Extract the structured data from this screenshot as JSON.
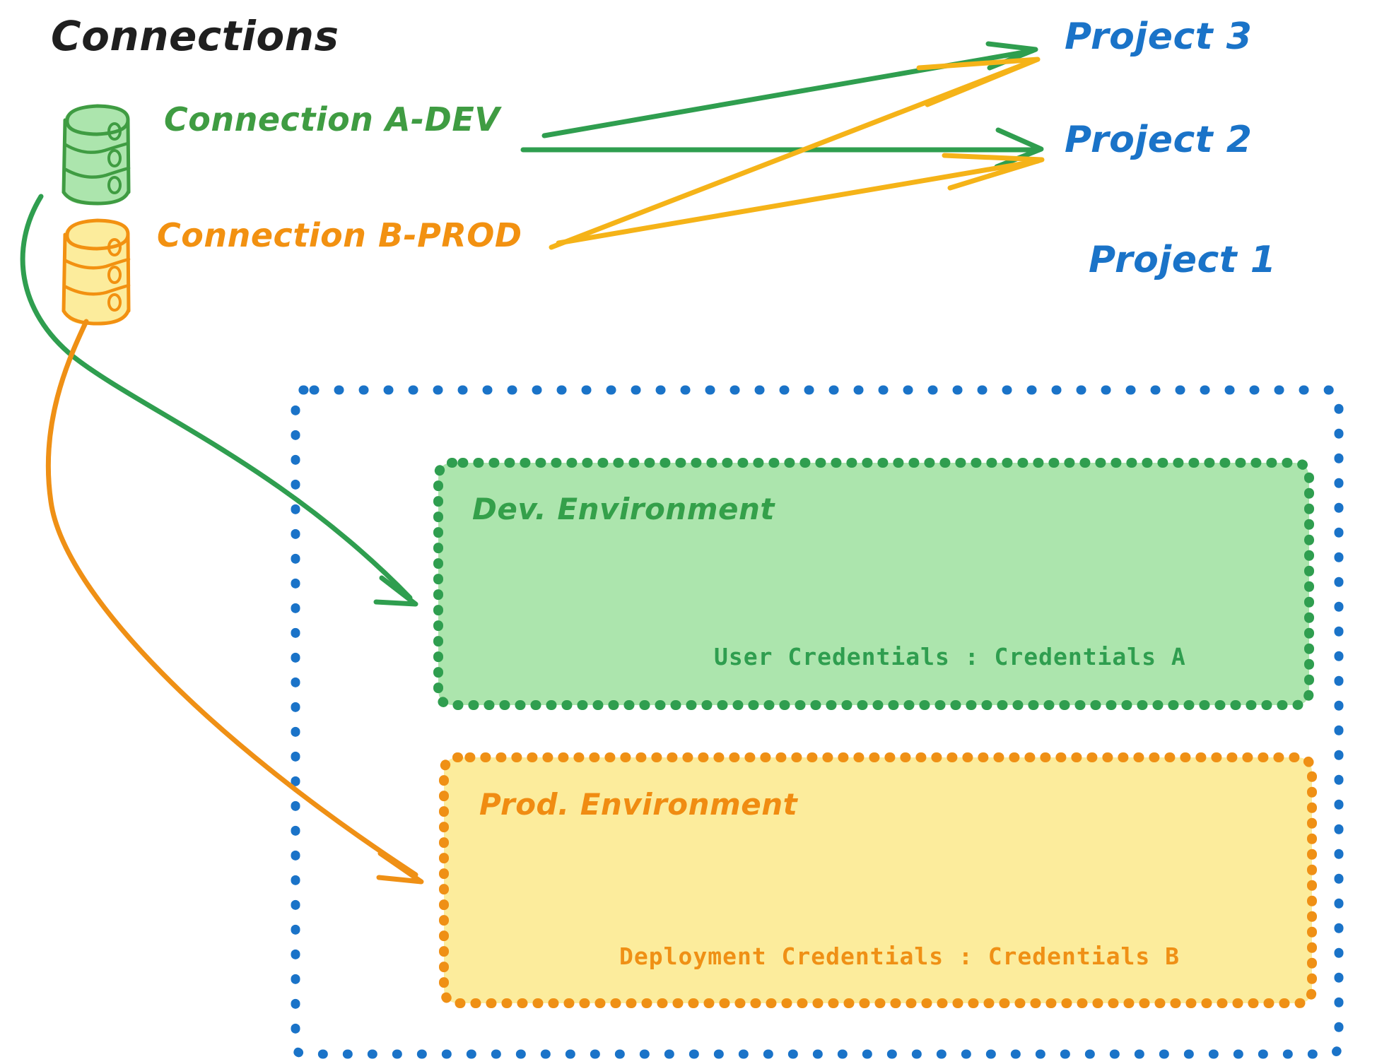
{
  "diagram": {
    "title": "Connections",
    "connections": [
      {
        "id": "a-dev",
        "label": "Connection A-DEV",
        "color": "#3f9c42",
        "icon": "database-icon"
      },
      {
        "id": "b-prod",
        "label": "Connection B-PROD",
        "color": "#f29111",
        "icon": "database-icon"
      }
    ],
    "projects": [
      {
        "id": "project-3",
        "label": "Project 3",
        "color": "#1a73c8"
      },
      {
        "id": "project-2",
        "label": "Project 2",
        "color": "#1a73c8"
      },
      {
        "id": "project-1",
        "label": "Project 1",
        "color": "#1a73c8"
      }
    ],
    "project1_container": {
      "border_color": "#1a73c8",
      "border_style": "dotted",
      "environments": [
        {
          "id": "dev",
          "title": "Dev. Environment",
          "credentials_line": "User Credentials : Credentials A",
          "fill": "#ace5ad",
          "stroke": "#2f9e4f"
        },
        {
          "id": "prod",
          "title": "Prod. Environment",
          "credentials_line": "Deployment Credentials : Credentials B",
          "fill": "#fcec9c",
          "stroke": "#ef9015"
        }
      ]
    },
    "edges": [
      {
        "id": "a-dev-to-project-3",
        "from": "a-dev",
        "to": "project-3",
        "color": "#3f9c42"
      },
      {
        "id": "a-dev-to-project-2",
        "from": "a-dev",
        "to": "project-2",
        "color": "#3f9c42"
      },
      {
        "id": "a-dev-to-dev-env",
        "from": "a-dev",
        "to": "dev",
        "color": "#3f9c42"
      },
      {
        "id": "b-prod-to-project-3",
        "from": "b-prod",
        "to": "project-3",
        "color": "#f5b318"
      },
      {
        "id": "b-prod-to-project-2",
        "from": "b-prod",
        "to": "project-2",
        "color": "#f5b318"
      },
      {
        "id": "b-prod-to-prod-env",
        "from": "b-prod",
        "to": "prod",
        "color": "#ef9015"
      }
    ],
    "colors": {
      "green_stroke": "#3f9c42",
      "green_fill": "#ace5ad",
      "orange_stroke": "#f29111",
      "orange_fill": "#fcec9c",
      "amber_arrow": "#f5b318",
      "blue": "#1a73c8",
      "black": "#1f1f1f",
      "background": "#ffffff"
    }
  }
}
